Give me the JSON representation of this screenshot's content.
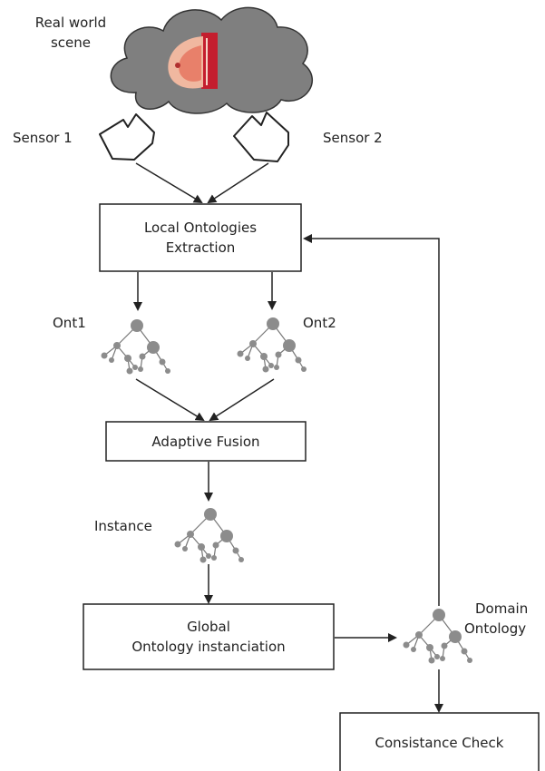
{
  "scene": {
    "line1": "Real world",
    "line2": "scene"
  },
  "sensors": {
    "sensor1": "Sensor 1",
    "sensor2": "Sensor 2"
  },
  "boxes": {
    "local": {
      "line1": "Local Ontologies",
      "line2": "Extraction"
    },
    "fusion": {
      "label": "Adaptive Fusion"
    },
    "global": {
      "line1": "Global",
      "line2": "Ontology instanciation"
    },
    "consistance": {
      "label": "Consistance Check"
    }
  },
  "trees": {
    "ont1": "Ont1",
    "ont2": "Ont2",
    "instance": "Instance",
    "domain": {
      "line1": "Domain",
      "line2": "Ontology"
    }
  },
  "colors": {
    "stroke": "#222222",
    "node": "#8c8c8c",
    "cloud": "#7f7f7f",
    "cloud_stroke": "#333333"
  }
}
